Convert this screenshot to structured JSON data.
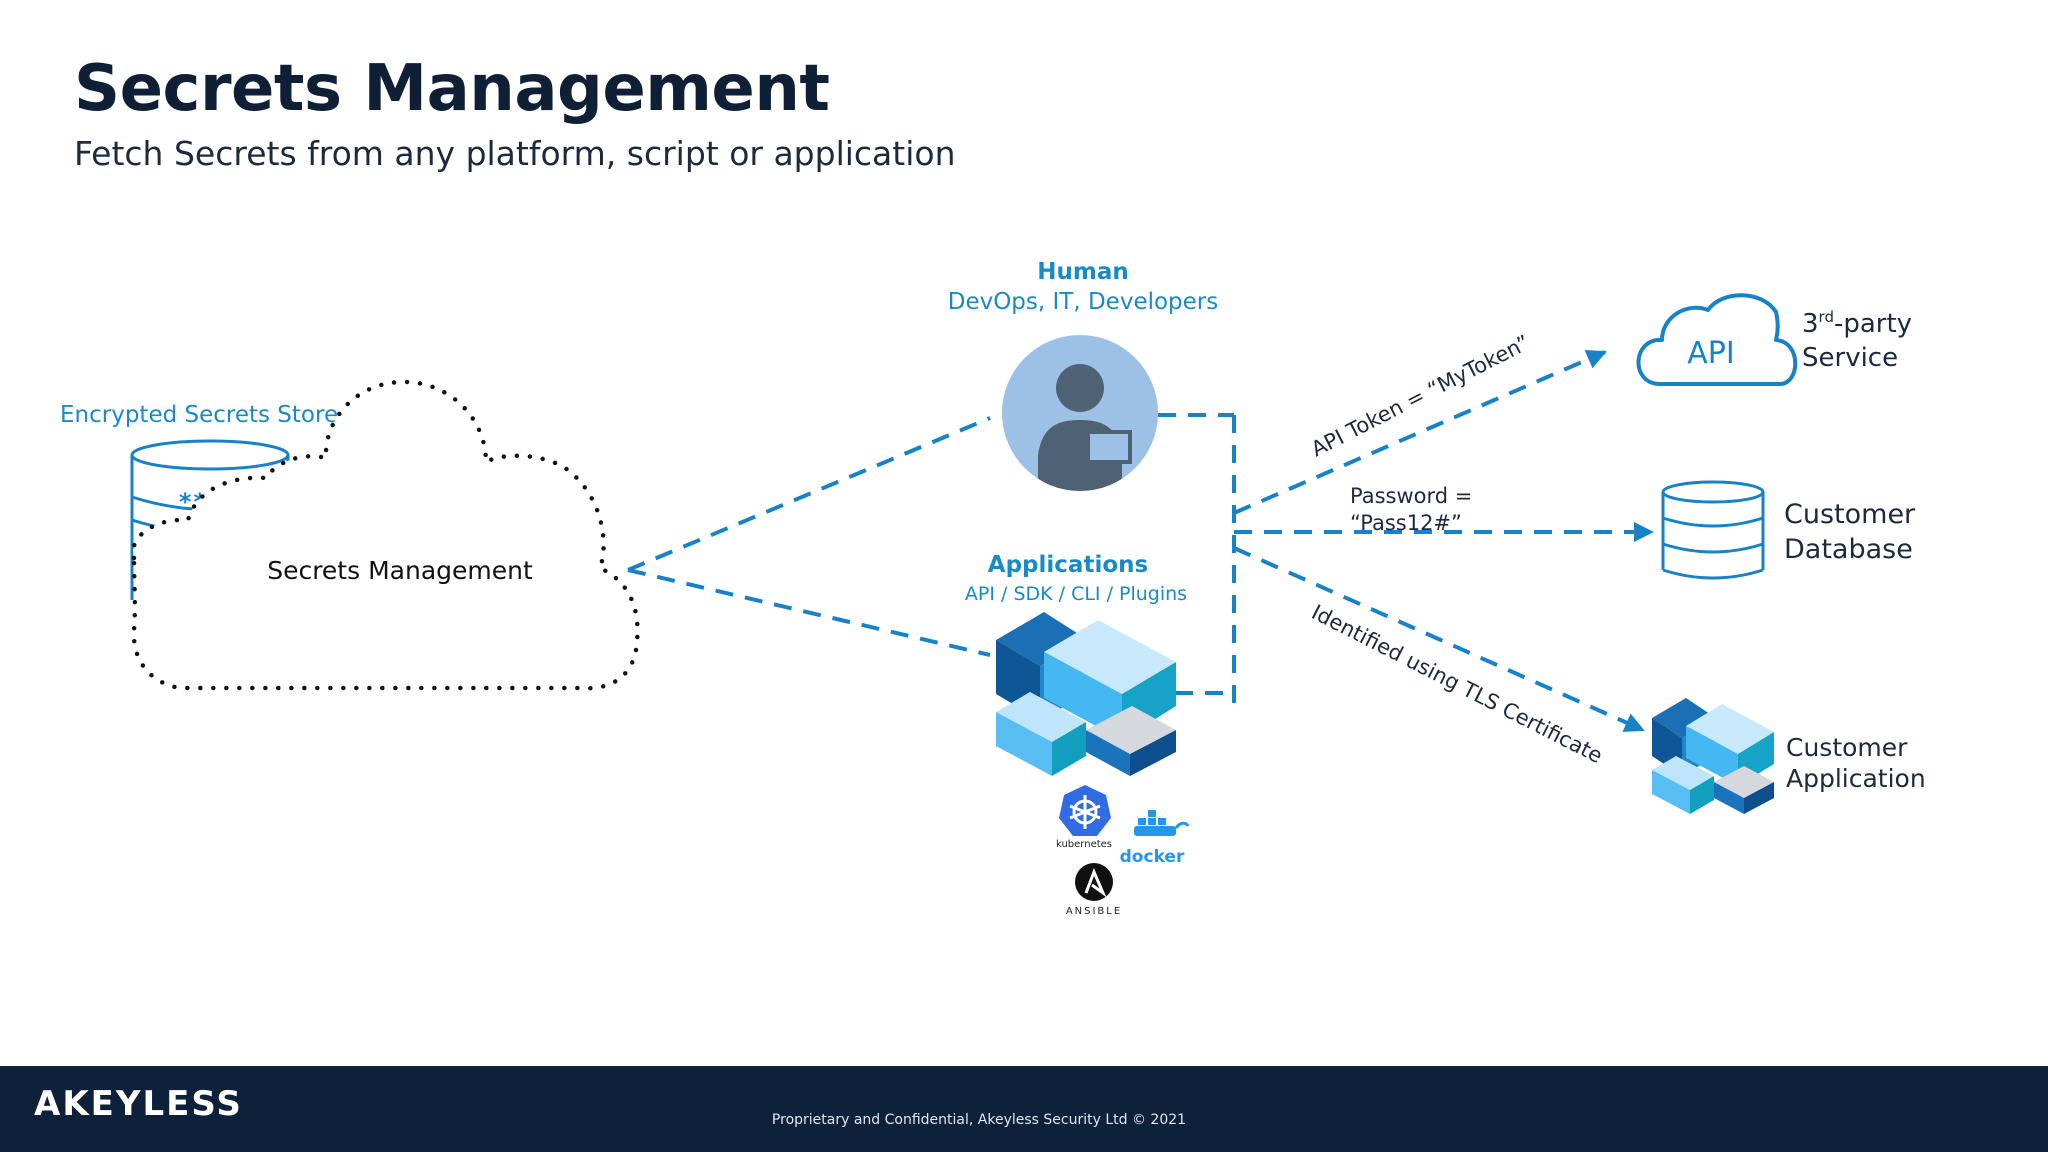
{
  "title": "Secrets Management",
  "subtitle": "Fetch Secrets from any platform, script or application",
  "colors": {
    "accent": "#1782c8",
    "label_blue": "#1a8ac6",
    "dark_text": "#1c2a3d",
    "footer_bg": "#0e213b",
    "avatar_bg": "#9cc0e6",
    "avatar_fg": "#4f6273"
  },
  "store": {
    "label": "Encrypted Secrets Store",
    "masked": "*****",
    "icon": "database-icon"
  },
  "cloud": {
    "label": "Secrets Management",
    "icon": "dotted-cloud-icon"
  },
  "human": {
    "title": "Human",
    "subtitle": "DevOps, IT, Developers",
    "icon": "user-with-monitor-icon"
  },
  "applications": {
    "title": "Applications",
    "subtitle": "API / SDK / CLI / Plugins",
    "icon": "cubes-icon",
    "logos": {
      "kubernetes": "kubernetes",
      "docker": "docker",
      "ansible": "ANSIBLE"
    }
  },
  "connections": {
    "api_token": "API Token = “MyToken”",
    "password_line1": "Password =",
    "password_line2": "“Pass12#”",
    "tls": "Identified using TLS Certificate"
  },
  "targets": {
    "api": {
      "icon_text": "API",
      "label_line1_main": "3",
      "label_line1_sup": "rd",
      "label_line1_rest": "-party",
      "label_line2": "Service"
    },
    "database": {
      "label_line1": "Customer",
      "label_line2": "Database"
    },
    "application": {
      "label_line1": "Customer",
      "label_line2": "Application"
    }
  },
  "footer": {
    "logo": "AKEYLESS",
    "copyright": "Proprietary and Confidential, Akeyless Security Ltd © 2021"
  }
}
